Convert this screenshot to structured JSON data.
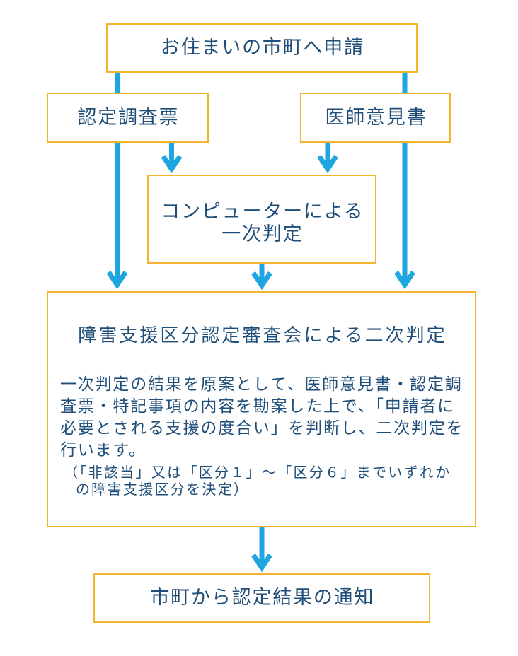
{
  "diagram": {
    "title": "障害支援区分の認定の流れ",
    "nodes": {
      "apply": {
        "label": "お住まいの市町へ申請"
      },
      "survey": {
        "label": "認定調査票"
      },
      "doctor": {
        "label": "医師意見書"
      },
      "computer": {
        "lines": [
          "コンピューターによる",
          "一次判定"
        ]
      },
      "review": {
        "title": "障害支援区分認定審査会による二次判定",
        "body_lines": [
          "一次判定の結果を原案として、医師意見書・認定調",
          "査票・特記事項の内容を勘案した上で、「申請者に",
          "必要とされる支援の度合い」を判断し、二次判定を",
          "行います。"
        ],
        "note_lines": [
          "（「非該当」又は「区分１」〜「区分６」までいずれか",
          "の障害支援区分を決定）"
        ]
      },
      "notice": {
        "label": "市町から認定結果の通知"
      }
    },
    "edges": [
      {
        "from": "apply",
        "to": "survey",
        "arrow": false
      },
      {
        "from": "survey",
        "to": "review",
        "arrow": true
      },
      {
        "from": "apply",
        "to": "doctor",
        "arrow": false
      },
      {
        "from": "doctor",
        "to": "review",
        "arrow": true
      },
      {
        "from": "survey",
        "to": "computer",
        "arrow": true
      },
      {
        "from": "doctor",
        "to": "computer",
        "arrow": true
      },
      {
        "from": "computer",
        "to": "review",
        "arrow": true
      },
      {
        "from": "review",
        "to": "notice",
        "arrow": true
      }
    ],
    "colors": {
      "box_border": "#f3b530",
      "arrow": "#1ea6e0",
      "text": "#1f4e79",
      "background": "#ffffff"
    }
  }
}
